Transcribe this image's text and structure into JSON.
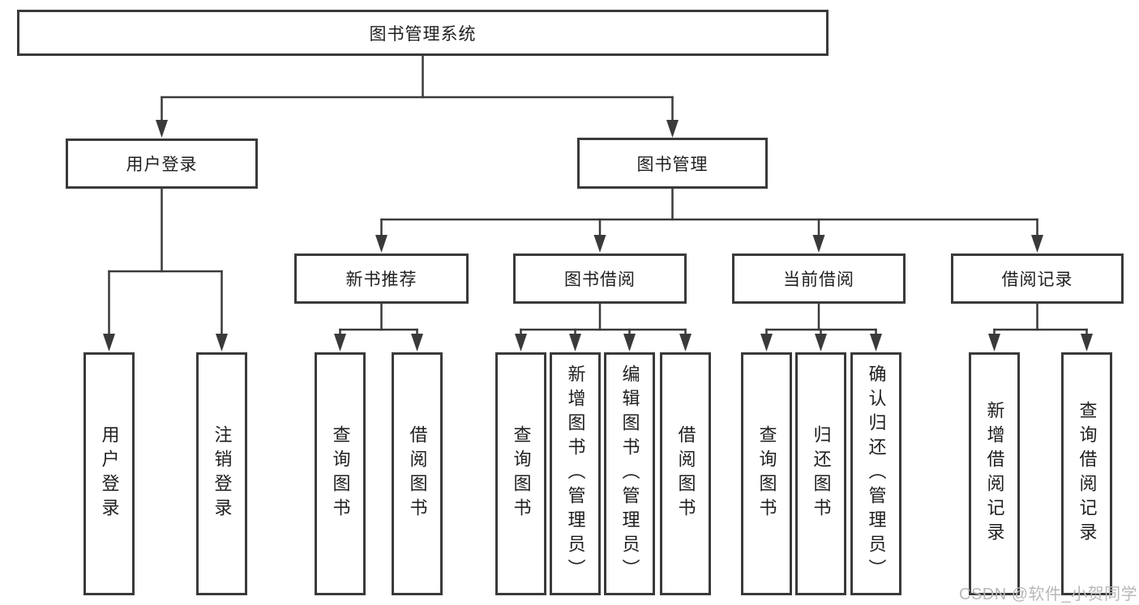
{
  "root": "图书管理系统",
  "level2": [
    "用户登录",
    "图书管理"
  ],
  "level3": [
    "新书推荐",
    "图书借阅",
    "当前借阅",
    "借阅记录"
  ],
  "leafGroups": [
    [
      "用户登录",
      "注销登录"
    ],
    [
      "查询图书",
      "借阅图书"
    ],
    [
      "查询图书",
      "新增图书（管理员）",
      "编辑图书（管理员）",
      "借阅图书"
    ],
    [
      "查询图书",
      "归还图书",
      "确认归还（管理员）"
    ],
    [
      "新增借阅记录",
      "查询借阅记录"
    ]
  ],
  "watermark": "CSDN @软件_小贺同学",
  "colors": {
    "line": "#3a3a3a",
    "box_border": "#3a3a3a",
    "box_fill": "#ffffff",
    "text": "#1f1f1f",
    "watermark": "#b8b8b8",
    "background": "#ffffff"
  }
}
